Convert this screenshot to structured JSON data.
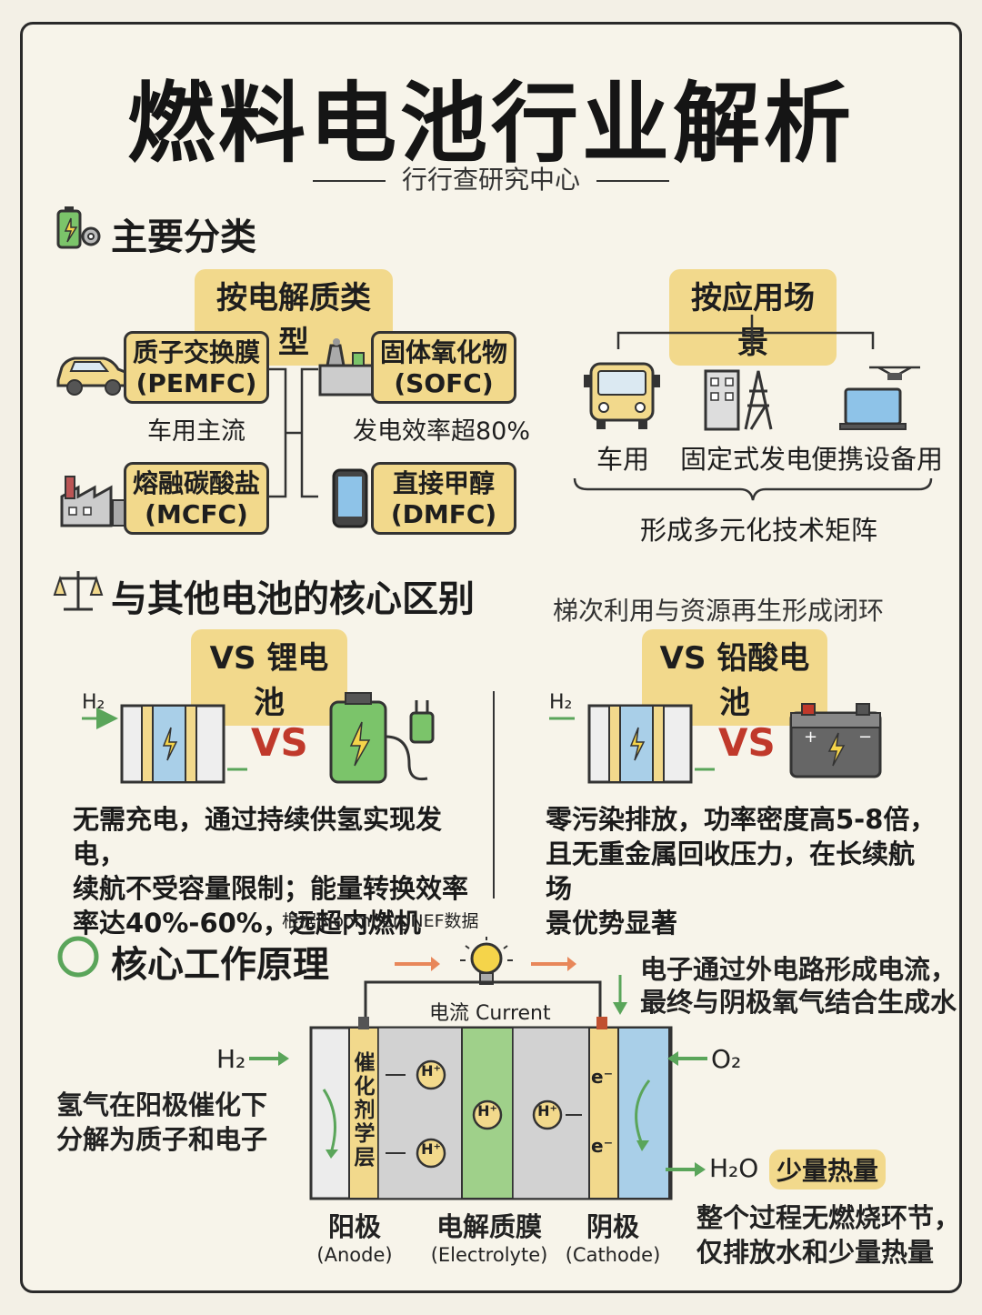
{
  "header": {
    "title": "燃料电池行业解析",
    "subtitle": "行行查研究中心"
  },
  "classification": {
    "heading": "主要分类",
    "by_electrolyte": {
      "label": "按电解质类型",
      "items": [
        {
          "name": "质子交换膜",
          "code": "(PEMFC)",
          "note": "车用主流"
        },
        {
          "name": "固体氧化物",
          "code": "(SOFC)",
          "note": "发电效率超80%"
        },
        {
          "name": "熔融碳酸盐",
          "code": "(MCFC)"
        },
        {
          "name": "直接甲醇",
          "code": "(DMFC)"
        }
      ]
    },
    "by_scenario": {
      "label": "按应用场景",
      "items": [
        "车用",
        "固定式发电",
        "便携设备用"
      ],
      "summary": "形成多元化技术矩阵"
    }
  },
  "comparison": {
    "heading": "与其他电池的核心区别",
    "overlay_text": "梯次利用与资源再生形成闭环",
    "vs_lithium": {
      "label": "VS 锂电池",
      "vs": "VS",
      "h2": "H₂",
      "text": [
        "无需充电，通过持续供氢实现发电，",
        "续航不受容量限制；能量转换效率",
        "率达40%-60%，远超内燃机"
      ],
      "source": "根据BloombergNEF数据"
    },
    "vs_lead_acid": {
      "label": "VS 铅酸电池",
      "vs": "VS",
      "h2": "H₂",
      "text": [
        "零污染排放，功率密度高5-8倍，",
        "且无重金属回收压力，在长续航场",
        "景优势显著"
      ]
    }
  },
  "principle": {
    "heading": "核心工作原理",
    "current_label": "电流 Current",
    "electron_note": [
      "电子通过外电路形成电流，",
      "最终与阴极氧气结合生成水"
    ],
    "h2": "H₂",
    "o2": "O₂",
    "h2o": "H₂O",
    "heat_badge": "少量热量",
    "anode_note": [
      "氢气在阳极催化下",
      "分解为质子和电子"
    ],
    "catalyst_layer": [
      "催",
      "化",
      "剂",
      "学",
      "层"
    ],
    "proton": "H⁺",
    "electron": "e⁻",
    "labels": {
      "anode": "阳极",
      "anode_en": "(Anode)",
      "electrolyte": "电解质膜",
      "electrolyte_en": "(Electrolyte)",
      "cathode": "阴极",
      "cathode_en": "(Cathode)"
    },
    "conclusion": [
      "整个过程无燃烧环节，",
      "仅排放水和少量热量"
    ]
  },
  "colors": {
    "accent_yellow": "#f2d98c",
    "vs_red": "#c0392b",
    "cell_blue": "#a9cfe8",
    "membrane_green": "#9fd08a",
    "arrow_orange": "#e8875a",
    "arrow_green": "#5aa55a"
  }
}
